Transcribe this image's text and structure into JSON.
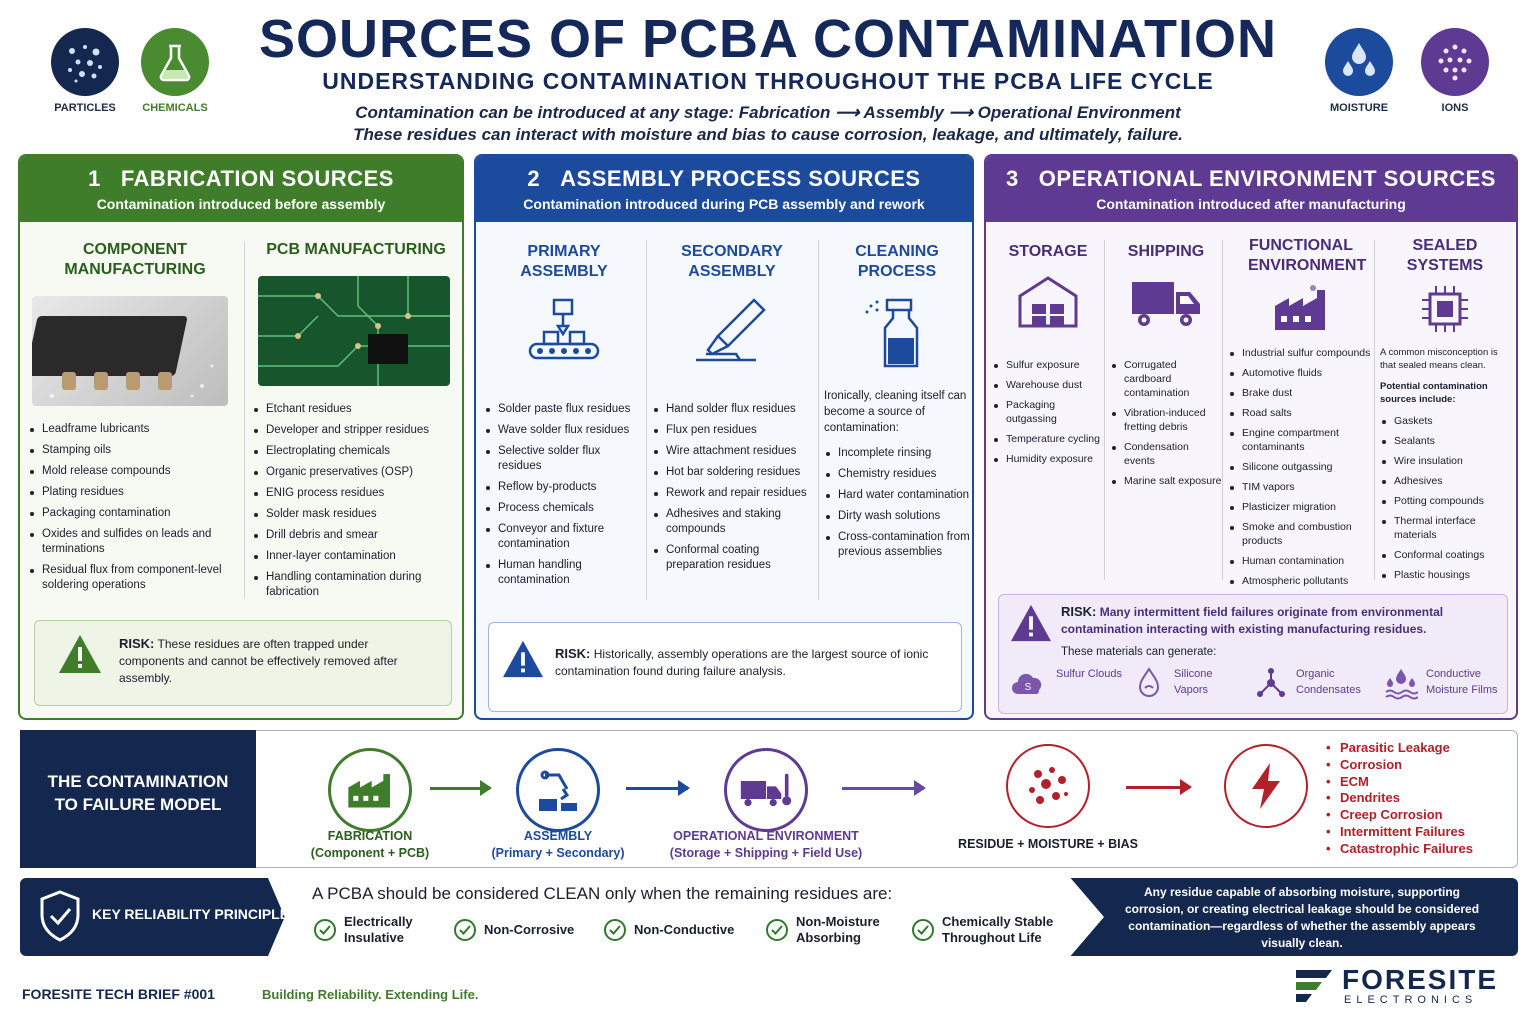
{
  "header": {
    "title": "SOURCES OF PCBA CONTAMINATION",
    "subtitle": "UNDERSTANDING CONTAMINATION THROUGHOUT THE PCBA LIFE CYCLE",
    "intro1": "Contamination can be introduced at any stage: Fabrication ⟶ Assembly ⟶ Operational Environment",
    "intro2": "These residues can interact with moisture and bias to cause corrosion, leakage, and ultimately, failure.",
    "icons": [
      {
        "label": "PARTICLES",
        "icon": "particles-icon"
      },
      {
        "label": "CHEMICALS",
        "icon": "flask-icon"
      },
      {
        "label": "MOISTURE",
        "icon": "droplets-icon"
      },
      {
        "label": "IONS",
        "icon": "ions-icon"
      }
    ]
  },
  "panel1": {
    "number": "1",
    "title": "FABRICATION SOURCES",
    "subtitle": "Contamination introduced before assembly",
    "col1": {
      "title": "COMPONENT MANUFACTURING",
      "items": [
        "Leadframe lubricants",
        "Stamping oils",
        "Mold release compounds",
        "Plating residues",
        "Packaging contamination",
        "Oxides and sulfides on leads and terminations",
        "Residual flux from component-level soldering operations"
      ]
    },
    "col2": {
      "title": "PCB MANUFACTURING",
      "items": [
        "Etchant residues",
        "Developer and stripper residues",
        "Electroplating chemicals",
        "Organic preservatives (OSP)",
        "ENIG process residues",
        "Solder mask residues",
        "Drill debris and smear",
        "Inner-layer contamination",
        "Handling contamination during fabrication"
      ]
    },
    "risk_label": "RISK:",
    "risk_text": "These residues are often trapped under components and cannot be effectively removed after assembly."
  },
  "panel2": {
    "number": "2",
    "title": "ASSEMBLY PROCESS SOURCES",
    "subtitle": "Contamination introduced during PCB assembly and rework",
    "col1": {
      "title": "PRIMARY ASSEMBLY",
      "items": [
        "Solder paste flux residues",
        "Wave solder flux residues",
        "Selective solder flux residues",
        "Reflow by-products",
        "Process chemicals",
        "Conveyor and fixture contamination",
        "Human handling contamination"
      ]
    },
    "col2": {
      "title": "SECONDARY ASSEMBLY",
      "items": [
        "Hand solder flux residues",
        "Flux pen residues",
        "Wire attachment residues",
        "Hot bar soldering residues",
        "Rework and repair residues",
        "Adhesives and staking compounds",
        "Conformal coating preparation residues"
      ]
    },
    "col3": {
      "title": "CLEANING PROCESS",
      "intro": "Ironically, cleaning itself can become a source of contamination:",
      "items": [
        "Incomplete rinsing",
        "Chemistry residues",
        "Hard water contamination",
        "Dirty wash solutions",
        "Cross-contamination from previous assemblies"
      ]
    },
    "risk_label": "RISK:",
    "risk_text": "Historically, assembly operations are the largest source of ionic contamination found during failure analysis."
  },
  "panel3": {
    "number": "3",
    "title": "OPERATIONAL ENVIRONMENT SOURCES",
    "subtitle": "Contamination introduced after manufacturing",
    "col1": {
      "title": "STORAGE",
      "items": [
        "Sulfur exposure",
        "Warehouse dust",
        "Packaging outgassing",
        "Temperature cycling",
        "Humidity exposure"
      ]
    },
    "col2": {
      "title": "SHIPPING",
      "items": [
        "Corrugated cardboard contamination",
        "Vibration-induced fretting debris",
        "Condensation events",
        "Marine salt exposure"
      ]
    },
    "col3": {
      "title": "FUNCTIONAL ENVIRONMENT",
      "items": [
        "Industrial sulfur compounds",
        "Automotive fluids",
        "Brake dust",
        "Road salts",
        "Engine compartment contaminants",
        "Silicone outgassing",
        "TIM vapors",
        "Plasticizer migration",
        "Smoke and combustion products",
        "Human contamination",
        "Atmospheric pollutants"
      ]
    },
    "col4": {
      "title": "SEALED SYSTEMS",
      "note1": "A common misconception is that sealed means clean.",
      "note2": "Potential contamination sources include:",
      "items": [
        "Gaskets",
        "Sealants",
        "Wire insulation",
        "Adhesives",
        "Potting compounds",
        "Thermal interface materials",
        "Conformal coatings",
        "Plastic housings"
      ]
    },
    "risk_label": "RISK:",
    "risk_text": "Many intermittent field failures originate from environmental contamination interacting with existing manufacturing residues.",
    "generate_label": "These materials can generate:",
    "generates": [
      {
        "label": "Sulfur Clouds",
        "icon": "cloud-icon"
      },
      {
        "label": "Silicone Vapors",
        "icon": "vapor-drop-icon"
      },
      {
        "label": "Organic Condensates",
        "icon": "molecule-icon"
      },
      {
        "label": "Conductive Moisture Films",
        "icon": "moisture-film-icon"
      }
    ]
  },
  "flow": {
    "title": "THE CONTAMINATION TO FAILURE MODEL",
    "steps": [
      {
        "title": "FABRICATION",
        "sub": "(Component + PCB)",
        "icon": "factory-icon"
      },
      {
        "title": "ASSEMBLY",
        "sub": "(Primary + Secondary)",
        "icon": "robot-arm-icon"
      },
      {
        "title": "OPERATIONAL ENVIRONMENT",
        "sub": "(Storage + Shipping + Field Use)",
        "icon": "truck-thermometer-icon"
      },
      {
        "title": "RESIDUE + MOISTURE + BIAS",
        "sub": "",
        "icon": "residue-dots-icon"
      }
    ],
    "failures": [
      "Parasitic Leakage",
      "Corrosion",
      "ECM",
      "Dendrites",
      "Creep Corrosion",
      "Intermittent Failures",
      "Catastrophic Failures"
    ]
  },
  "principle": {
    "label": "KEY RELIABILITY PRINCIPLE",
    "heading": "A PCBA should be considered CLEAN only when the remaining residues are:",
    "checks": [
      "Electrically Insulative",
      "Non-Corrosive",
      "Non-Conductive",
      "Non-Moisture Absorbing",
      "Chemically Stable Throughout Life"
    ],
    "note": "Any residue capable of absorbing moisture, supporting corrosion, or creating electrical leakage should be considered contamination—regardless of whether the assembly appears visually clean."
  },
  "footer": {
    "brief": "FORESITE TECH BRIEF #001",
    "tagline": "Building Reliability. Extending Life.",
    "logo_name": "FORESITE",
    "logo_sub": "ELECTRONICS"
  },
  "colors": {
    "navy": "#14284f",
    "green": "#3f7d2b",
    "blue": "#1c4a9c",
    "purple": "#5e3a93",
    "red": "#b2202a"
  }
}
